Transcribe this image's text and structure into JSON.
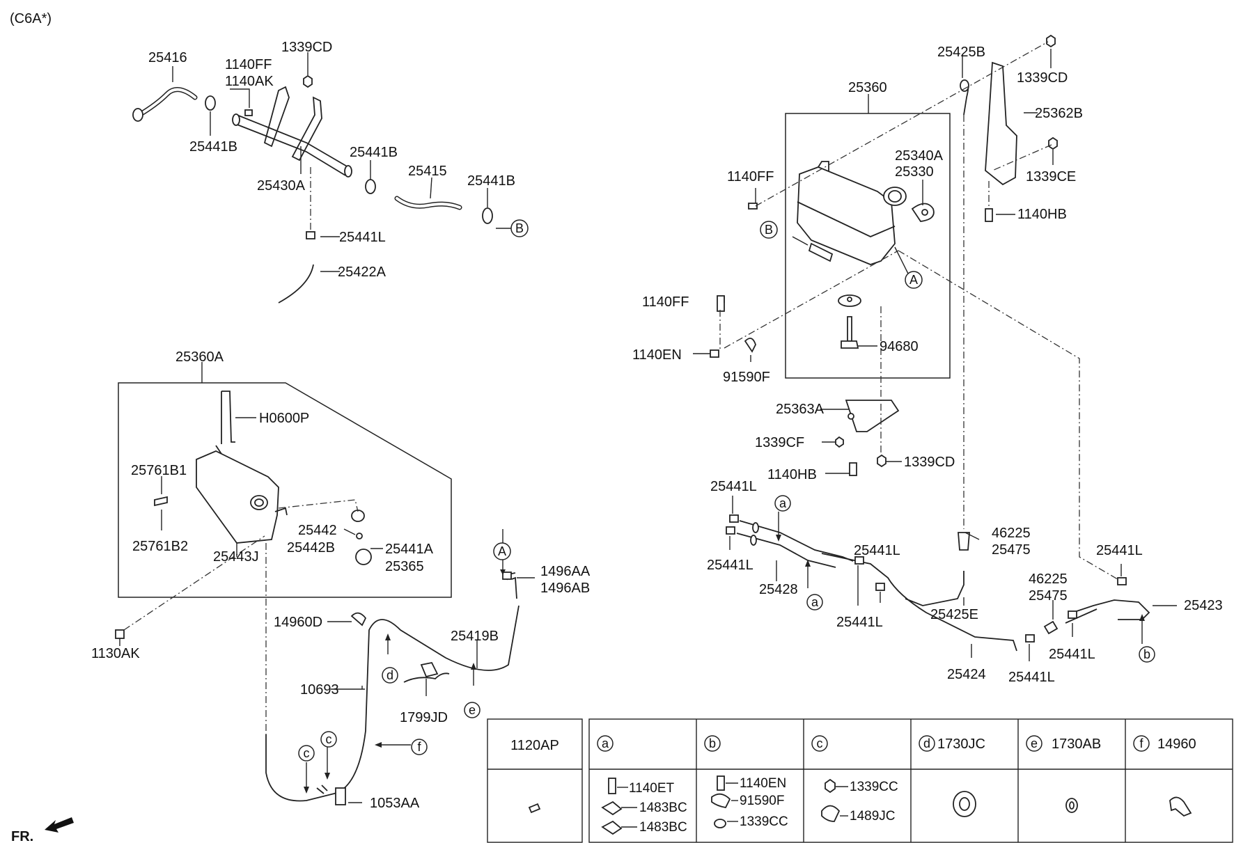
{
  "variant_code": "(C6A*)",
  "direction_label": "FR.",
  "callouts": [
    "25416",
    "1140FF",
    "1140AK",
    "1339CD",
    "25441B",
    "25430A",
    "25441B",
    "25415",
    "25441B",
    "25441L",
    "25422A",
    "25425B",
    "1339CD",
    "25360",
    "25362B",
    "25340A",
    "25330",
    "1339CE",
    "1140FF",
    "1140HB",
    "1140FF",
    "1140EN",
    "91590F",
    "94680",
    "25363A",
    "1339CF",
    "1339CD",
    "1140HB",
    "25360A",
    "H0600P",
    "25761B1",
    "25761B2",
    "25443J",
    "25442",
    "25442B",
    "25441A",
    "25365",
    "1130AK",
    "1496AA",
    "1496AB",
    "14960D",
    "25419B",
    "10693",
    "1799JD",
    "1053AA",
    "25441L",
    "25441L",
    "25428",
    "25441L",
    "25441L",
    "46225",
    "25475",
    "25425E",
    "25424",
    "46225",
    "25475",
    "25441L",
    "25441L",
    "25441L",
    "25423"
  ],
  "ref_markers": {
    "A": "A",
    "B": "B",
    "a": "a",
    "b": "b",
    "c": "c",
    "d": "d",
    "e": "e",
    "f": "f"
  },
  "legend": {
    "c0": {
      "header": "1120AP"
    },
    "c1": {
      "header_marker": "a",
      "items": [
        "1140ET",
        "1483BC",
        "1483BC"
      ]
    },
    "c2": {
      "header_marker": "b",
      "items": [
        "1140EN",
        "91590F",
        "1339CC"
      ]
    },
    "c3": {
      "header_marker": "c",
      "items": [
        "1339CC",
        "1489JC"
      ]
    },
    "c4": {
      "header_marker": "d",
      "header": "1730JC"
    },
    "c5": {
      "header_marker": "e",
      "header": "1730AB"
    },
    "c6": {
      "header_marker": "f",
      "header": "14960"
    }
  }
}
